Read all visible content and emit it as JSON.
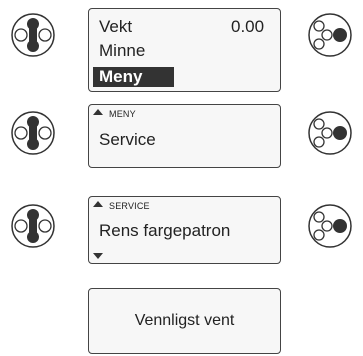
{
  "screens": [
    {
      "line1_label": "Vekt",
      "line1_value": "0.00",
      "line2": "Minne",
      "line3_selected": "Meny",
      "scroll_down": true
    },
    {
      "header": "MENY",
      "text": "Service",
      "scroll_up": true
    },
    {
      "header": "SERVICE",
      "text": "Rens fargepatron",
      "scroll_up": true,
      "scroll_down": true
    },
    {
      "text": "Vennligst vent"
    }
  ],
  "buttons": {
    "left": "navigate-button-icon",
    "right": "select-button-icon"
  }
}
